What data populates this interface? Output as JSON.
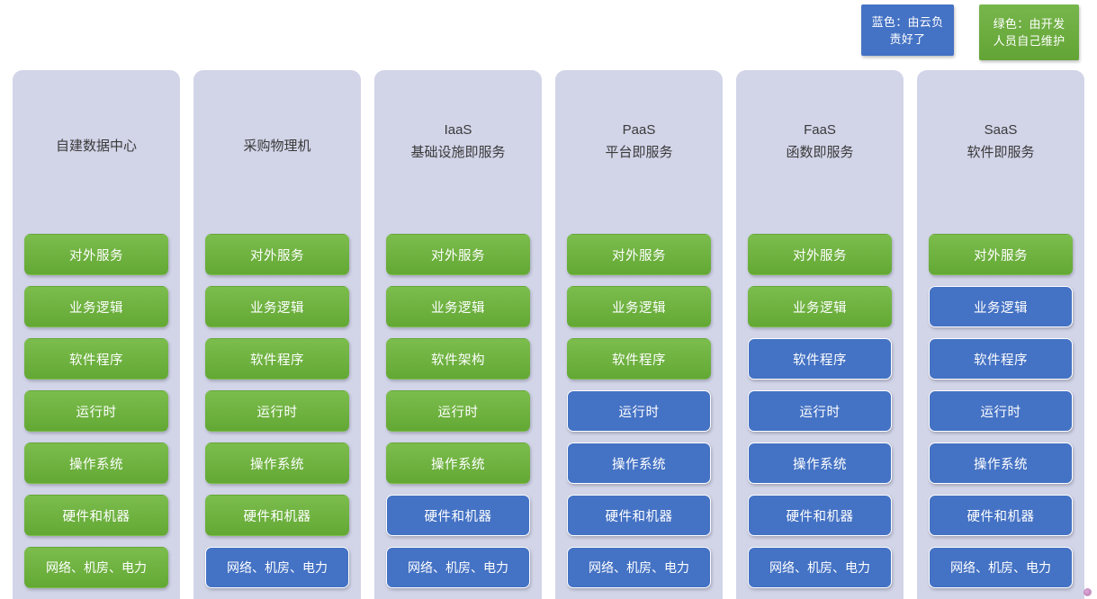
{
  "legend": {
    "blue": {
      "line1": "蓝色：由云负",
      "line2": "责好了",
      "color": "#4472c4"
    },
    "green": {
      "line1": "绿色：由开发",
      "line2": "人员自己维护",
      "color": "#6aab3f"
    }
  },
  "colors": {
    "panel_background": "#d2d4e8",
    "green": "#6cb33f",
    "blue": "#4472c4",
    "page_background": "#ffffff",
    "header_text": "#3a3a3a"
  },
  "chart_data": {
    "type": "table",
    "title": "",
    "layer_order_top_to_bottom": [
      "对外服务",
      "业务逻辑",
      "软件程序",
      "运行时",
      "操作系统",
      "硬件和机器",
      "网络、机房、电力"
    ],
    "categories": [
      "自建数据中心",
      "采购物理机",
      "IaaS",
      "PaaS",
      "FaaS",
      "SaaS"
    ],
    "legend_entries": [
      {
        "name": "蓝色：由云负责好了",
        "color": "#4472c4"
      },
      {
        "name": "绿色：由开发人员自己维护",
        "color": "#6aab3f"
      }
    ]
  },
  "columns": [
    {
      "header_main": "自建数据中心",
      "header_sub": "",
      "two_line": false,
      "rows": [
        {
          "label": "对外服务",
          "color": "green"
        },
        {
          "label": "业务逻辑",
          "color": "green"
        },
        {
          "label": "软件程序",
          "color": "green"
        },
        {
          "label": "运行时",
          "color": "green"
        },
        {
          "label": "操作系统",
          "color": "green"
        },
        {
          "label": "硬件和机器",
          "color": "green"
        },
        {
          "label": "网络、机房、电力",
          "color": "green"
        }
      ]
    },
    {
      "header_main": "采购物理机",
      "header_sub": "",
      "two_line": false,
      "rows": [
        {
          "label": "对外服务",
          "color": "green"
        },
        {
          "label": "业务逻辑",
          "color": "green"
        },
        {
          "label": "软件程序",
          "color": "green"
        },
        {
          "label": "运行时",
          "color": "green"
        },
        {
          "label": "操作系统",
          "color": "green"
        },
        {
          "label": "硬件和机器",
          "color": "green"
        },
        {
          "label": "网络、机房、电力",
          "color": "blue"
        }
      ]
    },
    {
      "header_main": "IaaS",
      "header_sub": "基础设施即服务",
      "two_line": true,
      "rows": [
        {
          "label": "对外服务",
          "color": "green"
        },
        {
          "label": "业务逻辑",
          "color": "green"
        },
        {
          "label": "软件架构",
          "color": "green"
        },
        {
          "label": "运行时",
          "color": "green"
        },
        {
          "label": "操作系统",
          "color": "green"
        },
        {
          "label": "硬件和机器",
          "color": "blue"
        },
        {
          "label": "网络、机房、电力",
          "color": "blue"
        }
      ]
    },
    {
      "header_main": "PaaS",
      "header_sub": "平台即服务",
      "two_line": true,
      "rows": [
        {
          "label": "对外服务",
          "color": "green"
        },
        {
          "label": "业务逻辑",
          "color": "green"
        },
        {
          "label": "软件程序",
          "color": "green"
        },
        {
          "label": "运行时",
          "color": "blue"
        },
        {
          "label": "操作系统",
          "color": "blue"
        },
        {
          "label": "硬件和机器",
          "color": "blue"
        },
        {
          "label": "网络、机房、电力",
          "color": "blue"
        }
      ]
    },
    {
      "header_main": "FaaS",
      "header_sub": "函数即服务",
      "two_line": true,
      "rows": [
        {
          "label": "对外服务",
          "color": "green"
        },
        {
          "label": "业务逻辑",
          "color": "green"
        },
        {
          "label": "软件程序",
          "color": "blue"
        },
        {
          "label": "运行时",
          "color": "blue"
        },
        {
          "label": "操作系统",
          "color": "blue"
        },
        {
          "label": "硬件和机器",
          "color": "blue"
        },
        {
          "label": "网络、机房、电力",
          "color": "blue"
        }
      ]
    },
    {
      "header_main": "SaaS",
      "header_sub": "软件即服务",
      "two_line": true,
      "rows": [
        {
          "label": "对外服务",
          "color": "green"
        },
        {
          "label": "业务逻辑",
          "color": "blue"
        },
        {
          "label": "软件程序",
          "color": "blue"
        },
        {
          "label": "运行时",
          "color": "blue"
        },
        {
          "label": "操作系统",
          "color": "blue"
        },
        {
          "label": "硬件和机器",
          "color": "blue"
        },
        {
          "label": "网络、机房、电力",
          "color": "blue"
        }
      ]
    }
  ]
}
